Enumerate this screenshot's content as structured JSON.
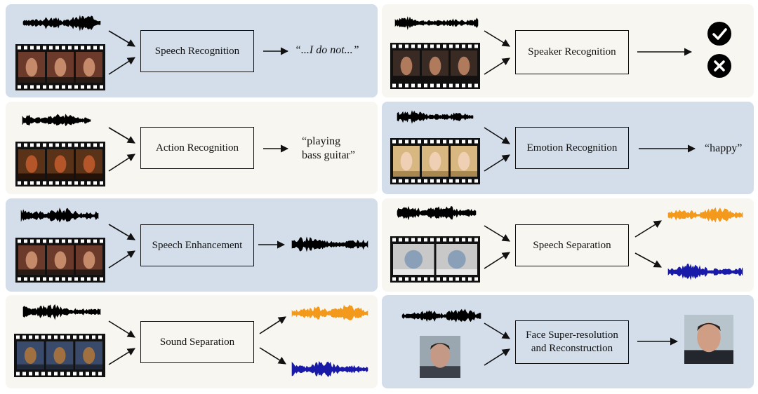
{
  "panels": [
    {
      "id": "speech-recognition",
      "task": "Speech Recognition",
      "output": "“...I do not...”"
    },
    {
      "id": "speaker-recognition",
      "task": "Speaker Recognition"
    },
    {
      "id": "action-recognition",
      "task": "Action Recognition",
      "output": "“playing\nbass guitar”"
    },
    {
      "id": "emotion-recognition",
      "task": "Emotion Recognition",
      "output": "“happy”"
    },
    {
      "id": "speech-enhancement",
      "task": "Speech Enhancement"
    },
    {
      "id": "speech-separation",
      "task": "Speech Separation"
    },
    {
      "id": "sound-separation",
      "task": "Sound Separation"
    },
    {
      "id": "face-super-resolution",
      "task": "Face Super-resolution\nand Reconstruction"
    }
  ],
  "colors": {
    "panel_blue": "#d3deea",
    "panel_cream": "#f7f6f0",
    "separated_source_1": "#f39a1c",
    "separated_source_2": "#1a1aa8",
    "waveform": "#000000"
  },
  "icons": {
    "accept": "check-circle-icon",
    "reject": "x-circle-icon"
  }
}
